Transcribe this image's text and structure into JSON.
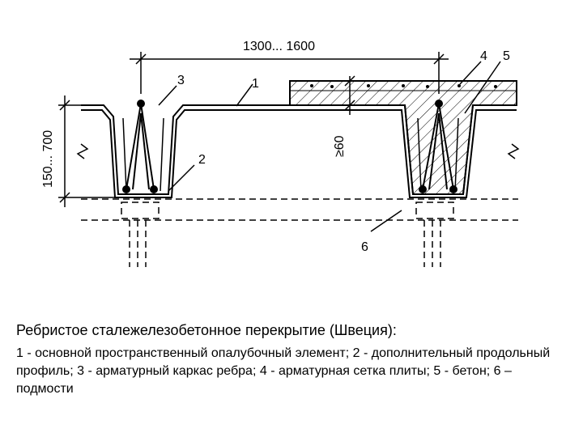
{
  "drawing": {
    "dim_width": "1300... 1600",
    "dim_height": "150... 700",
    "dim_slab": "≥60",
    "labels": {
      "l1": "1",
      "l2": "2",
      "l3": "3",
      "l4": "4",
      "l5": "5",
      "l6": "6"
    }
  },
  "caption": {
    "title": "Ребристое сталежелезобетонное перекрытие (Швеция):",
    "body": "1 - основной пространственный опалубочный элемент; 2 - дополнительный продольный профиль; 3 - арматурный каркас ребра; 4 - арматурная сетка плиты; 5 - бетон; 6 – подмости"
  }
}
